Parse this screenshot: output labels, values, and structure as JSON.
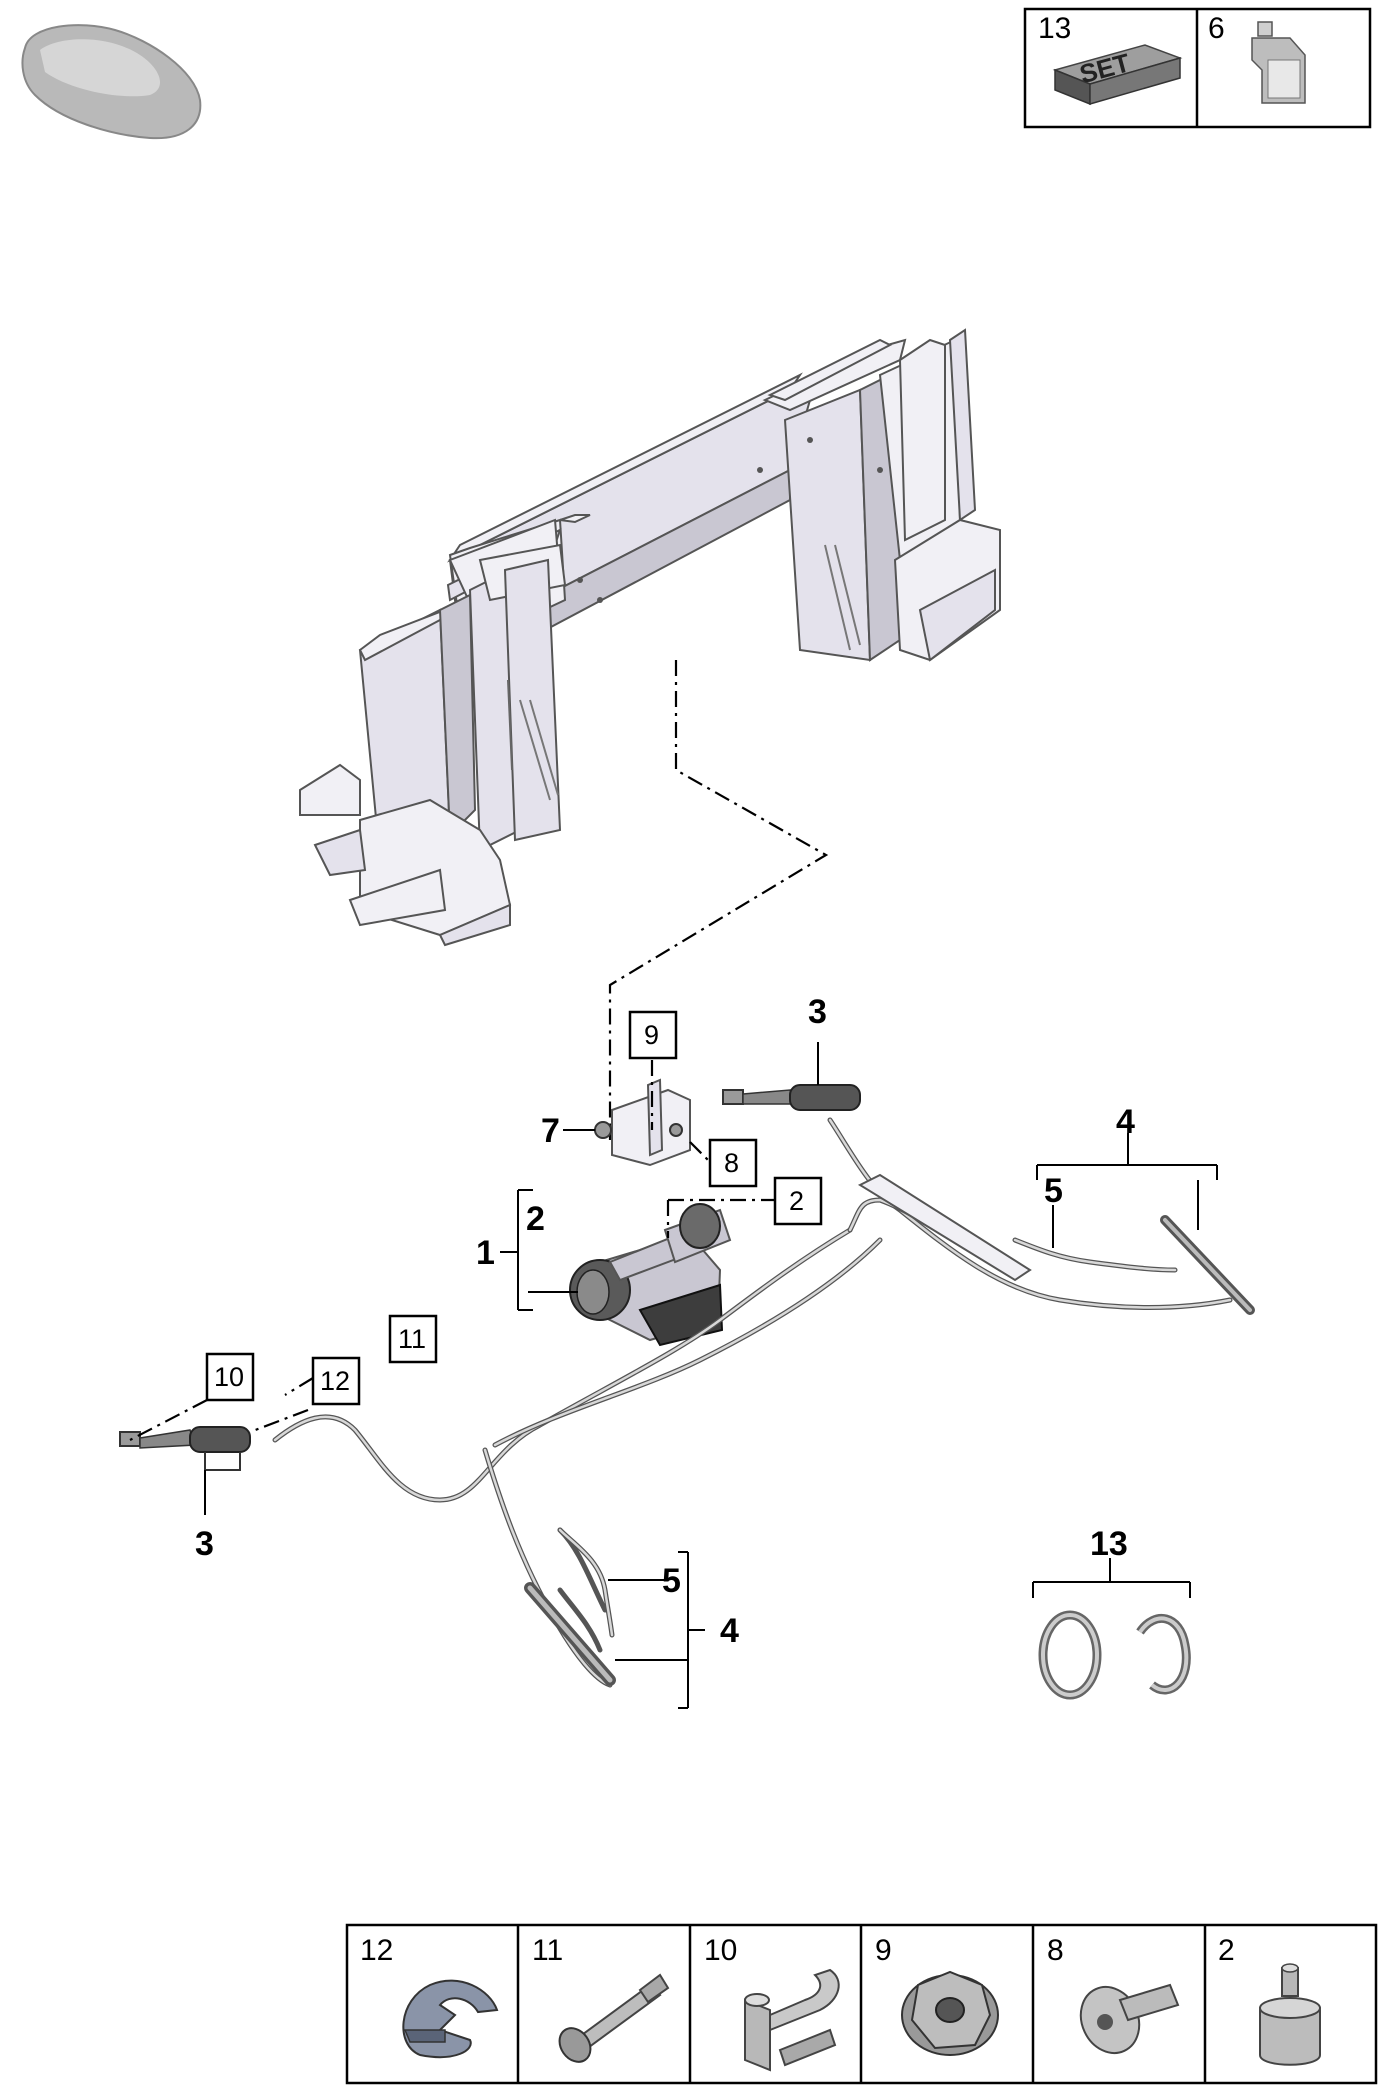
{
  "top_kits": [
    {
      "number": "13",
      "icon": "set-box-icon",
      "badge": "SET"
    },
    {
      "number": "6",
      "icon": "fluid-bottle-icon"
    }
  ],
  "callouts": {
    "c1": "1",
    "c2": "2",
    "c3a": "3",
    "c3b": "3",
    "c4a": "4",
    "c4b": "4",
    "c5a": "5",
    "c5b": "5",
    "c7": "7",
    "c13": "13",
    "b2": "2",
    "b8": "8",
    "b9": "9",
    "b10": "10",
    "b11": "11",
    "b12": "12"
  },
  "parts_legend": [
    {
      "number": "12",
      "icon": "hose-clamp-icon"
    },
    {
      "number": "11",
      "icon": "bolt-icon"
    },
    {
      "number": "10",
      "icon": "pipe-clip-icon"
    },
    {
      "number": "9",
      "icon": "flange-nut-icon"
    },
    {
      "number": "8",
      "icon": "pan-head-screw-icon"
    },
    {
      "number": "2",
      "icon": "rubber-mount-icon"
    }
  ]
}
